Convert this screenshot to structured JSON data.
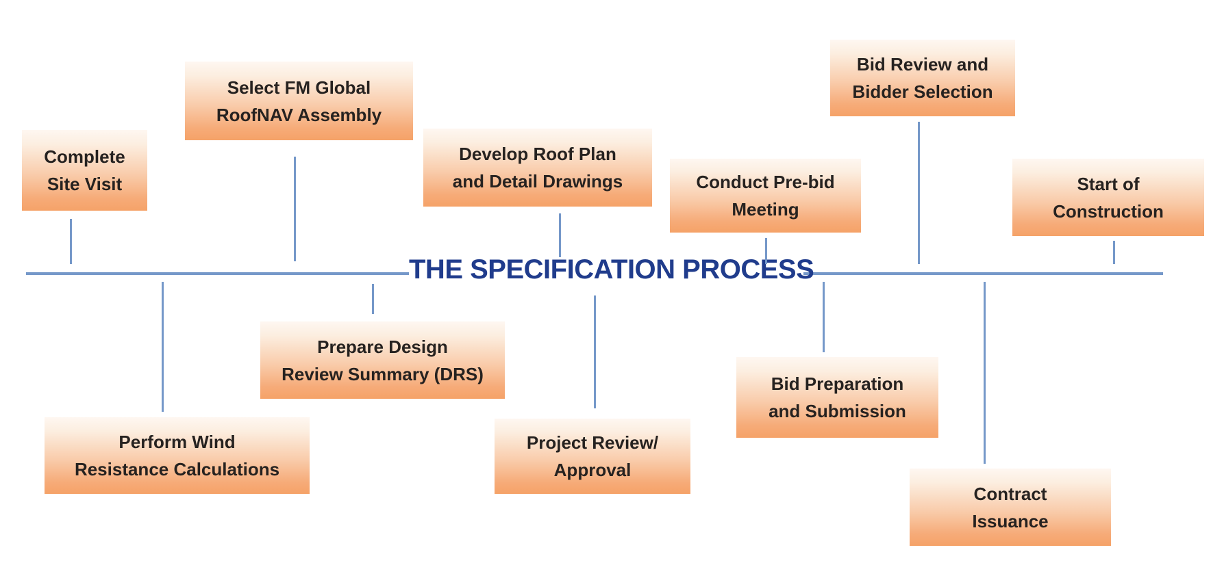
{
  "diagram": {
    "title": "THE SPECIFICATION PROCESS",
    "boxes": {
      "complete_site_visit": {
        "line1": "Complete",
        "line2": "Site Visit"
      },
      "select_fm_global": {
        "line1": "Select FM Global",
        "line2": "RoofNAV Assembly"
      },
      "develop_roof_plan": {
        "line1": "Develop Roof Plan",
        "line2": "and Detail Drawings"
      },
      "conduct_pre_bid": {
        "line1": "Conduct Pre-bid",
        "line2": "Meeting"
      },
      "bid_review": {
        "line1": "Bid Review and",
        "line2": "Bidder Selection"
      },
      "start_of_construction": {
        "line1": "Start of",
        "line2": "Construction"
      },
      "perform_wind": {
        "line1": "Perform Wind",
        "line2": "Resistance Calculations"
      },
      "prepare_design": {
        "line1": "Prepare Design",
        "line2": "Review Summary (DRS)"
      },
      "project_review": {
        "line1": "Project Review/",
        "line2": "Approval"
      },
      "bid_preparation": {
        "line1": "Bid Preparation",
        "line2": "and Submission"
      },
      "contract_issuance": {
        "line1": "Contract",
        "line2": "Issuance"
      }
    },
    "colors": {
      "title": "#203c8c",
      "line": "#7598c9",
      "box-top": "#fef7f1",
      "box-bottom": "#f5a268",
      "box-text": "#262220"
    }
  }
}
